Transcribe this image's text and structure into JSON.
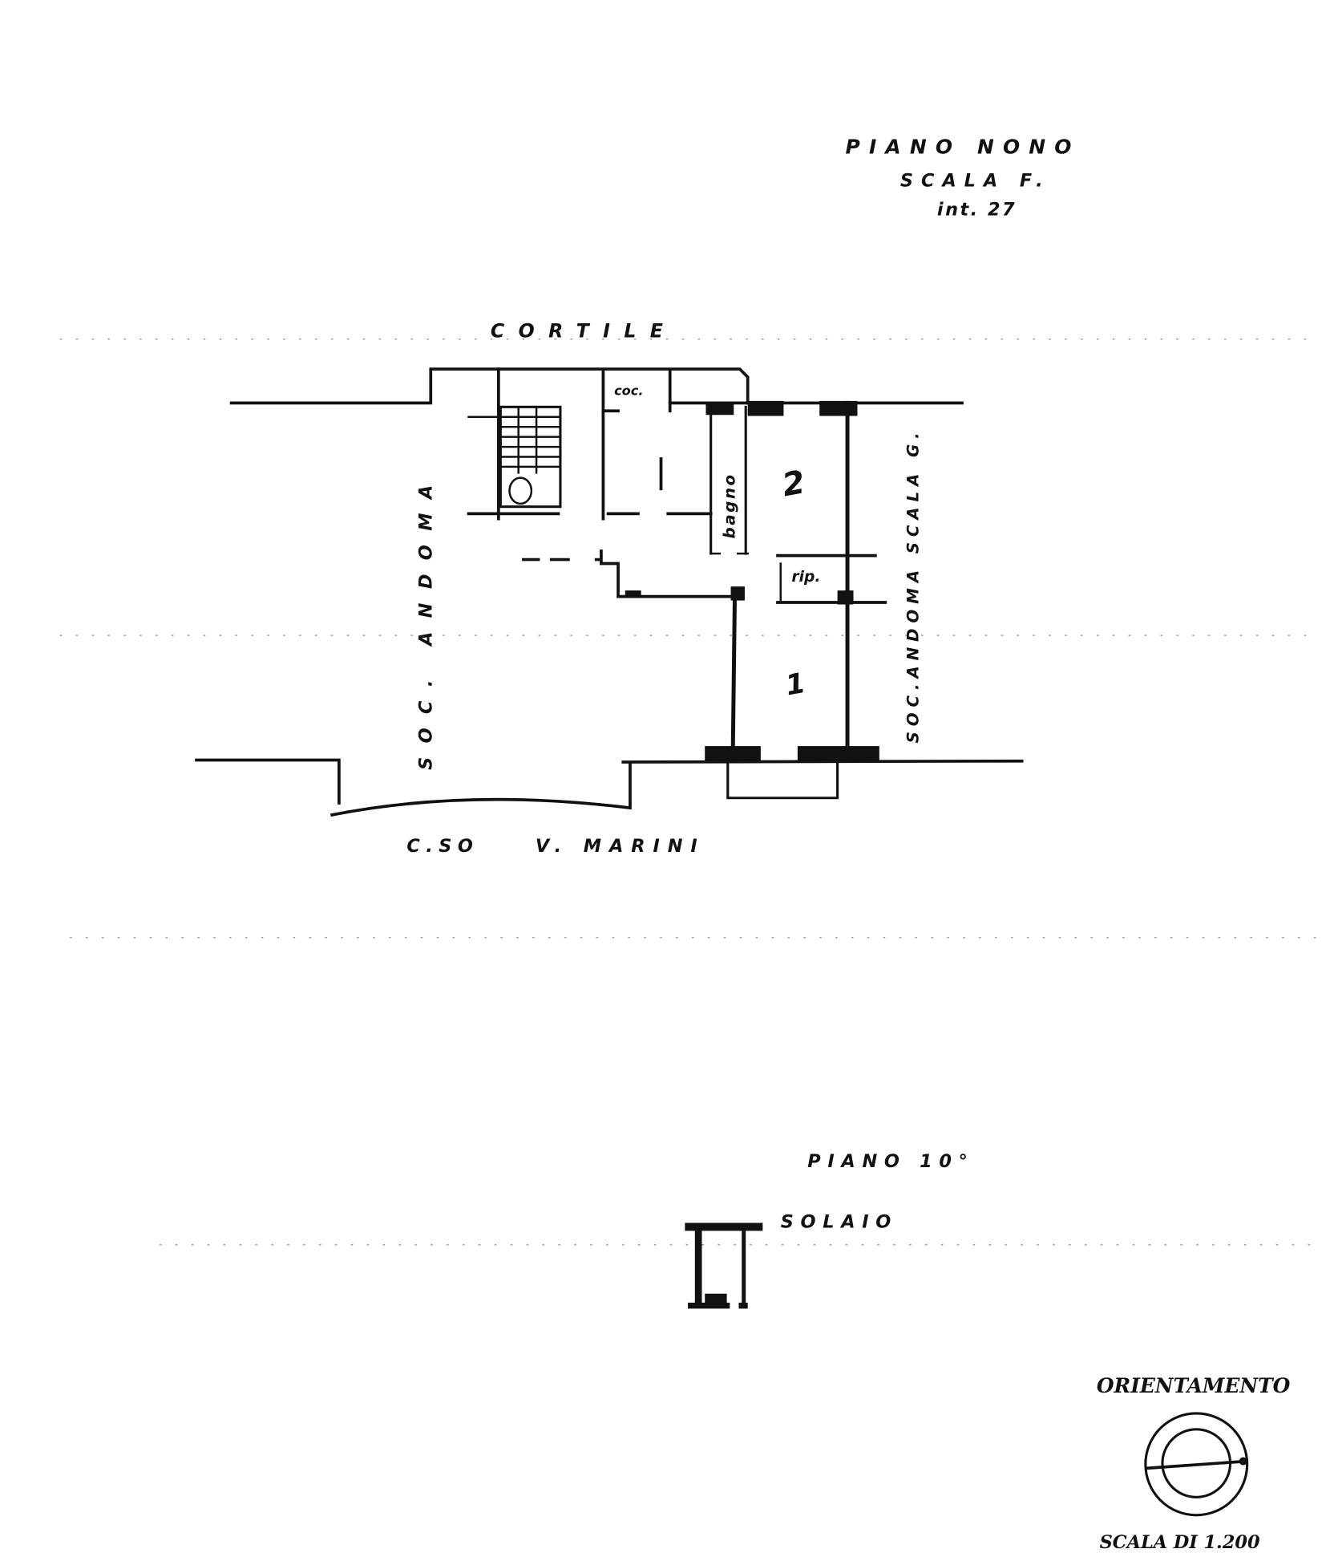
{
  "header": {
    "floor_title": "PIANO NONO",
    "staircase": "SCALA F.",
    "unit": "int. 27"
  },
  "plan": {
    "north_label": "CORTILE",
    "west_label": "SOC. ANDOMA",
    "east_label": "SOC.ANDOMA SCALA G.",
    "south_label_1": "C.SO",
    "south_label_2": "V. MARINI",
    "rooms": {
      "kitchen": "coc.",
      "bathroom": "bagno",
      "storage": "rip.",
      "room_a": "2",
      "room_b": "1"
    }
  },
  "attic": {
    "floor_title": "PIANO 10°",
    "label": "SOLAIO"
  },
  "legend": {
    "orientation_title": "ORIENTAMENTO",
    "scale": "SCALA DI 1.200"
  }
}
